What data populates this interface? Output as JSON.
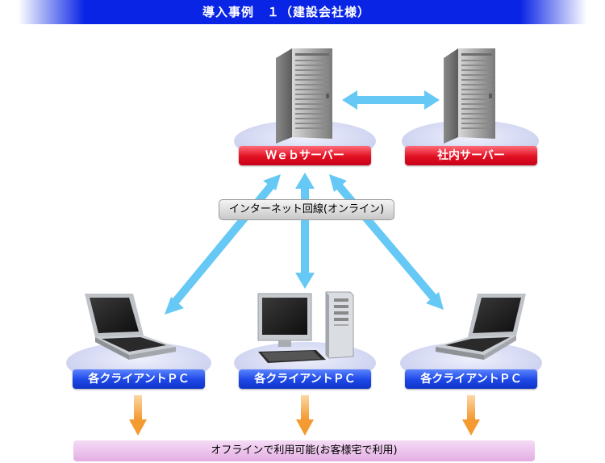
{
  "title": "導入事例　１（建設会社様）",
  "servers": {
    "web_server_label": "Ｗｅｂサーバー",
    "internal_server_label": "社内サーバー"
  },
  "network_label": "インターネット回線(オンライン)",
  "clients": [
    {
      "label": "各クライアントＰＣ"
    },
    {
      "label": "各クライアントＰＣ"
    },
    {
      "label": "各クライアントＰＣ"
    }
  ],
  "offline_label": "オフラインで利用可能(お客様宅で利用)",
  "colors": {
    "title_bar": "#0a24e6",
    "server_label": "#e11022",
    "client_label": "#1d47e6",
    "network_arrow": "#66c8f5",
    "offline_arrow": "#f5a040",
    "platform": "#d9dcf4",
    "offline_bar": "#eac0ea"
  }
}
